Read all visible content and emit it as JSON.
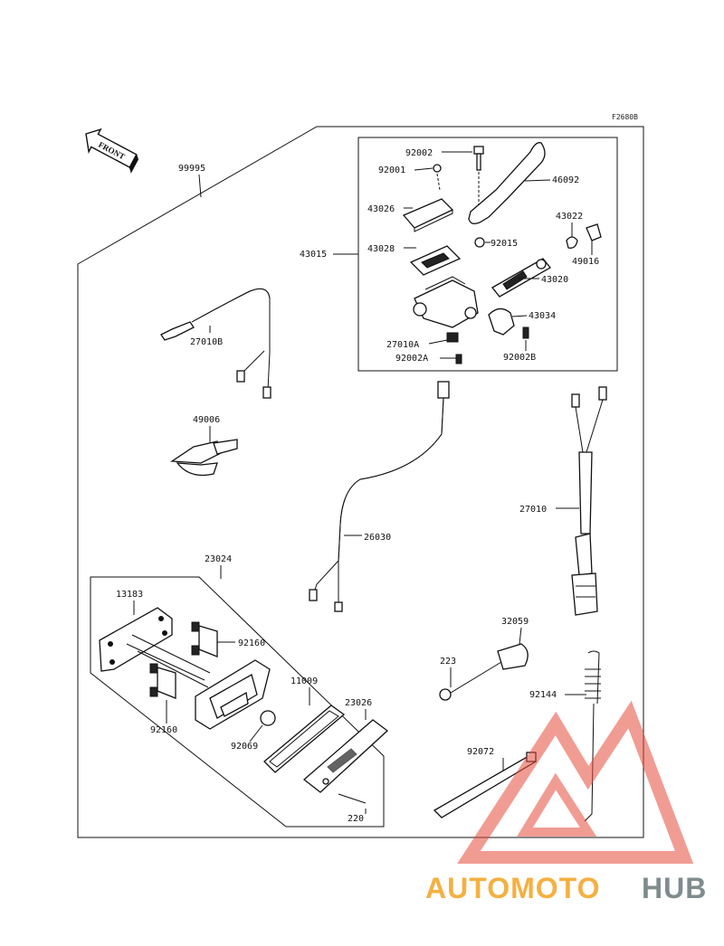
{
  "figure_code": "F2680B",
  "front_label": "FRONT",
  "parts": {
    "p99995": "99995",
    "p92002": "92002",
    "p92001": "92001",
    "p46092": "46092",
    "p43026": "43026",
    "p43022": "43022",
    "p43028": "43028",
    "p92015": "92015",
    "p49016": "49016",
    "p43015": "43015",
    "p43020": "43020",
    "p43034": "43034",
    "p27010A": "27010A",
    "p92002B": "92002B",
    "p92002A": "92002A",
    "p27010B": "27010B",
    "p49006": "49006",
    "p27010": "27010",
    "p26030": "26030",
    "p23024": "23024",
    "p13183": "13183",
    "p92160a": "92160",
    "p92160b": "92160",
    "p32059": "32059",
    "p223": "223",
    "p11009": "11009",
    "p23026": "23026",
    "p92144": "92144",
    "p92069": "92069",
    "p92072": "92072",
    "p220": "220"
  },
  "watermark": {
    "part1": "AUTOMOTO",
    "part2": "HUB",
    "color_orange": "#f5b041",
    "color_red": "#e74c3c",
    "color_gray": "#7f8c8d"
  }
}
